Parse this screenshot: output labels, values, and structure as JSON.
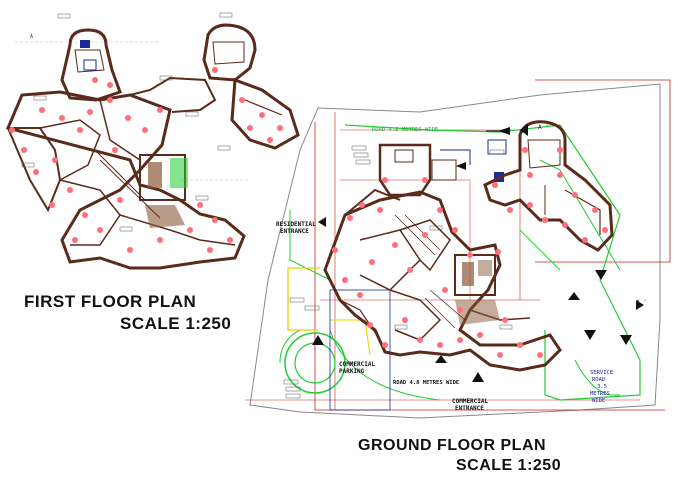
{
  "titles": {
    "first_floor": "FIRST FLOOR PLAN",
    "first_scale": "SCALE 1:250",
    "ground_floor": "GROUND FLOOR PLAN",
    "ground_scale": "SCALE 1:250"
  },
  "labels": {
    "road_top": "ROAD 4.8 METRES WIDE",
    "road_bottom": "ROAD 4.8 METRES WIDE",
    "residential": "RESIDENTIAL",
    "residential2": "ENTRANCE",
    "commercial_parking": "COMMERCIAL",
    "commercial_parking2": "PARKING",
    "commercial_entrance": "COMMERCIAL",
    "commercial_entrance2": "ENTRANCE",
    "service_road": "SERVICE",
    "service_road2": "ROAD",
    "service_road3": "3.5",
    "service_road4": "METRES",
    "service_road5": "WIDE",
    "section_a1": "A",
    "section_a2": "A '",
    "section_a3": "A '"
  },
  "colors": {
    "wall": "#5a2a1a",
    "fill": "#8a5a3a",
    "column": "#ff6f7a",
    "green": "#22cc33",
    "red": "#cc2222",
    "blue": "#1a2a9a",
    "yellow": "#e6d200",
    "grey": "#888888"
  }
}
